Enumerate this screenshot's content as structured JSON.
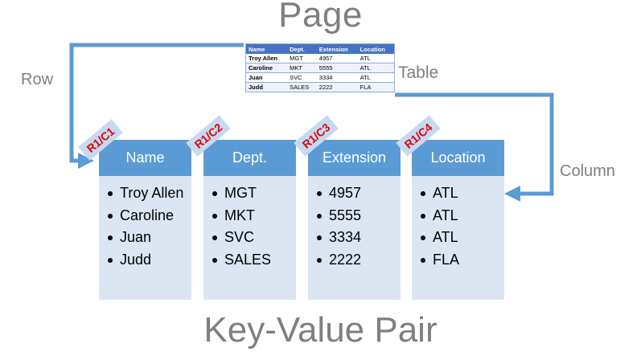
{
  "title_top": "Page",
  "title_bottom": "Key-Value Pair",
  "labels": {
    "row": "Row",
    "table": "Table",
    "column": "Column"
  },
  "colors": {
    "arrow": "#5b9bd5",
    "header": "#5b9bd5",
    "panel": "#dce6f2",
    "tag_text": "#e00000",
    "tag_bg": "#c6d9f1",
    "title": "#7f7f7f"
  },
  "mini_table": {
    "headers": [
      "Name",
      "Dept.",
      "Extension",
      "Location"
    ],
    "rows": [
      [
        "Troy Allen",
        "MGT",
        "4957",
        "ATL"
      ],
      [
        "Caroline",
        "MKT",
        "5555",
        "ATL"
      ],
      [
        "Juan",
        "SVC",
        "3334",
        "ATL"
      ],
      [
        "Judd",
        "SALES",
        "2222",
        "FLA"
      ]
    ]
  },
  "columns": [
    {
      "tag": "R1/C1",
      "header": "Name",
      "items": [
        "Troy Allen",
        "Caroline",
        "Juan",
        "Judd"
      ]
    },
    {
      "tag": "R1/C2",
      "header": "Dept.",
      "items": [
        "MGT",
        "MKT",
        "SVC",
        "SALES"
      ]
    },
    {
      "tag": "R1/C3",
      "header": "Extension",
      "items": [
        "4957",
        "5555",
        "3334",
        "2222"
      ]
    },
    {
      "tag": "R1/C4",
      "header": "Location",
      "items": [
        "ATL",
        "ATL",
        "ATL",
        "FLA"
      ]
    }
  ]
}
